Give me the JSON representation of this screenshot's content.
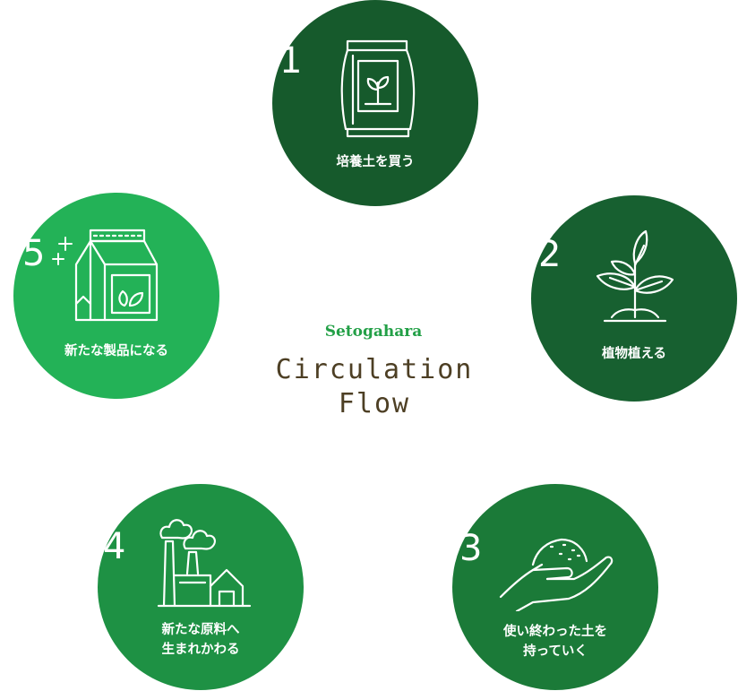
{
  "brand": "Setogahara",
  "title_line1": "Circulation",
  "title_line2": "Flow",
  "colors": {
    "step1": "#165a2c",
    "step2": "#176030",
    "step3": "#1b7a38",
    "step4": "#1e9144",
    "step5": "#23b257",
    "brand": "#23a047",
    "title": "#4d3f24"
  },
  "steps": [
    {
      "number": "1",
      "label": "培養土を買う",
      "icon": "soil-bag-icon"
    },
    {
      "number": "2",
      "label": "植物植える",
      "icon": "plant-sprout-icon"
    },
    {
      "number": "3",
      "label": "使い終わった土を\n持っていく",
      "icon": "hand-soil-icon"
    },
    {
      "number": "4",
      "label": "新たな原料へ\n生まれかわる",
      "icon": "factory-icon"
    },
    {
      "number": "5",
      "label": "新たな製品になる",
      "icon": "new-product-icon"
    }
  ]
}
